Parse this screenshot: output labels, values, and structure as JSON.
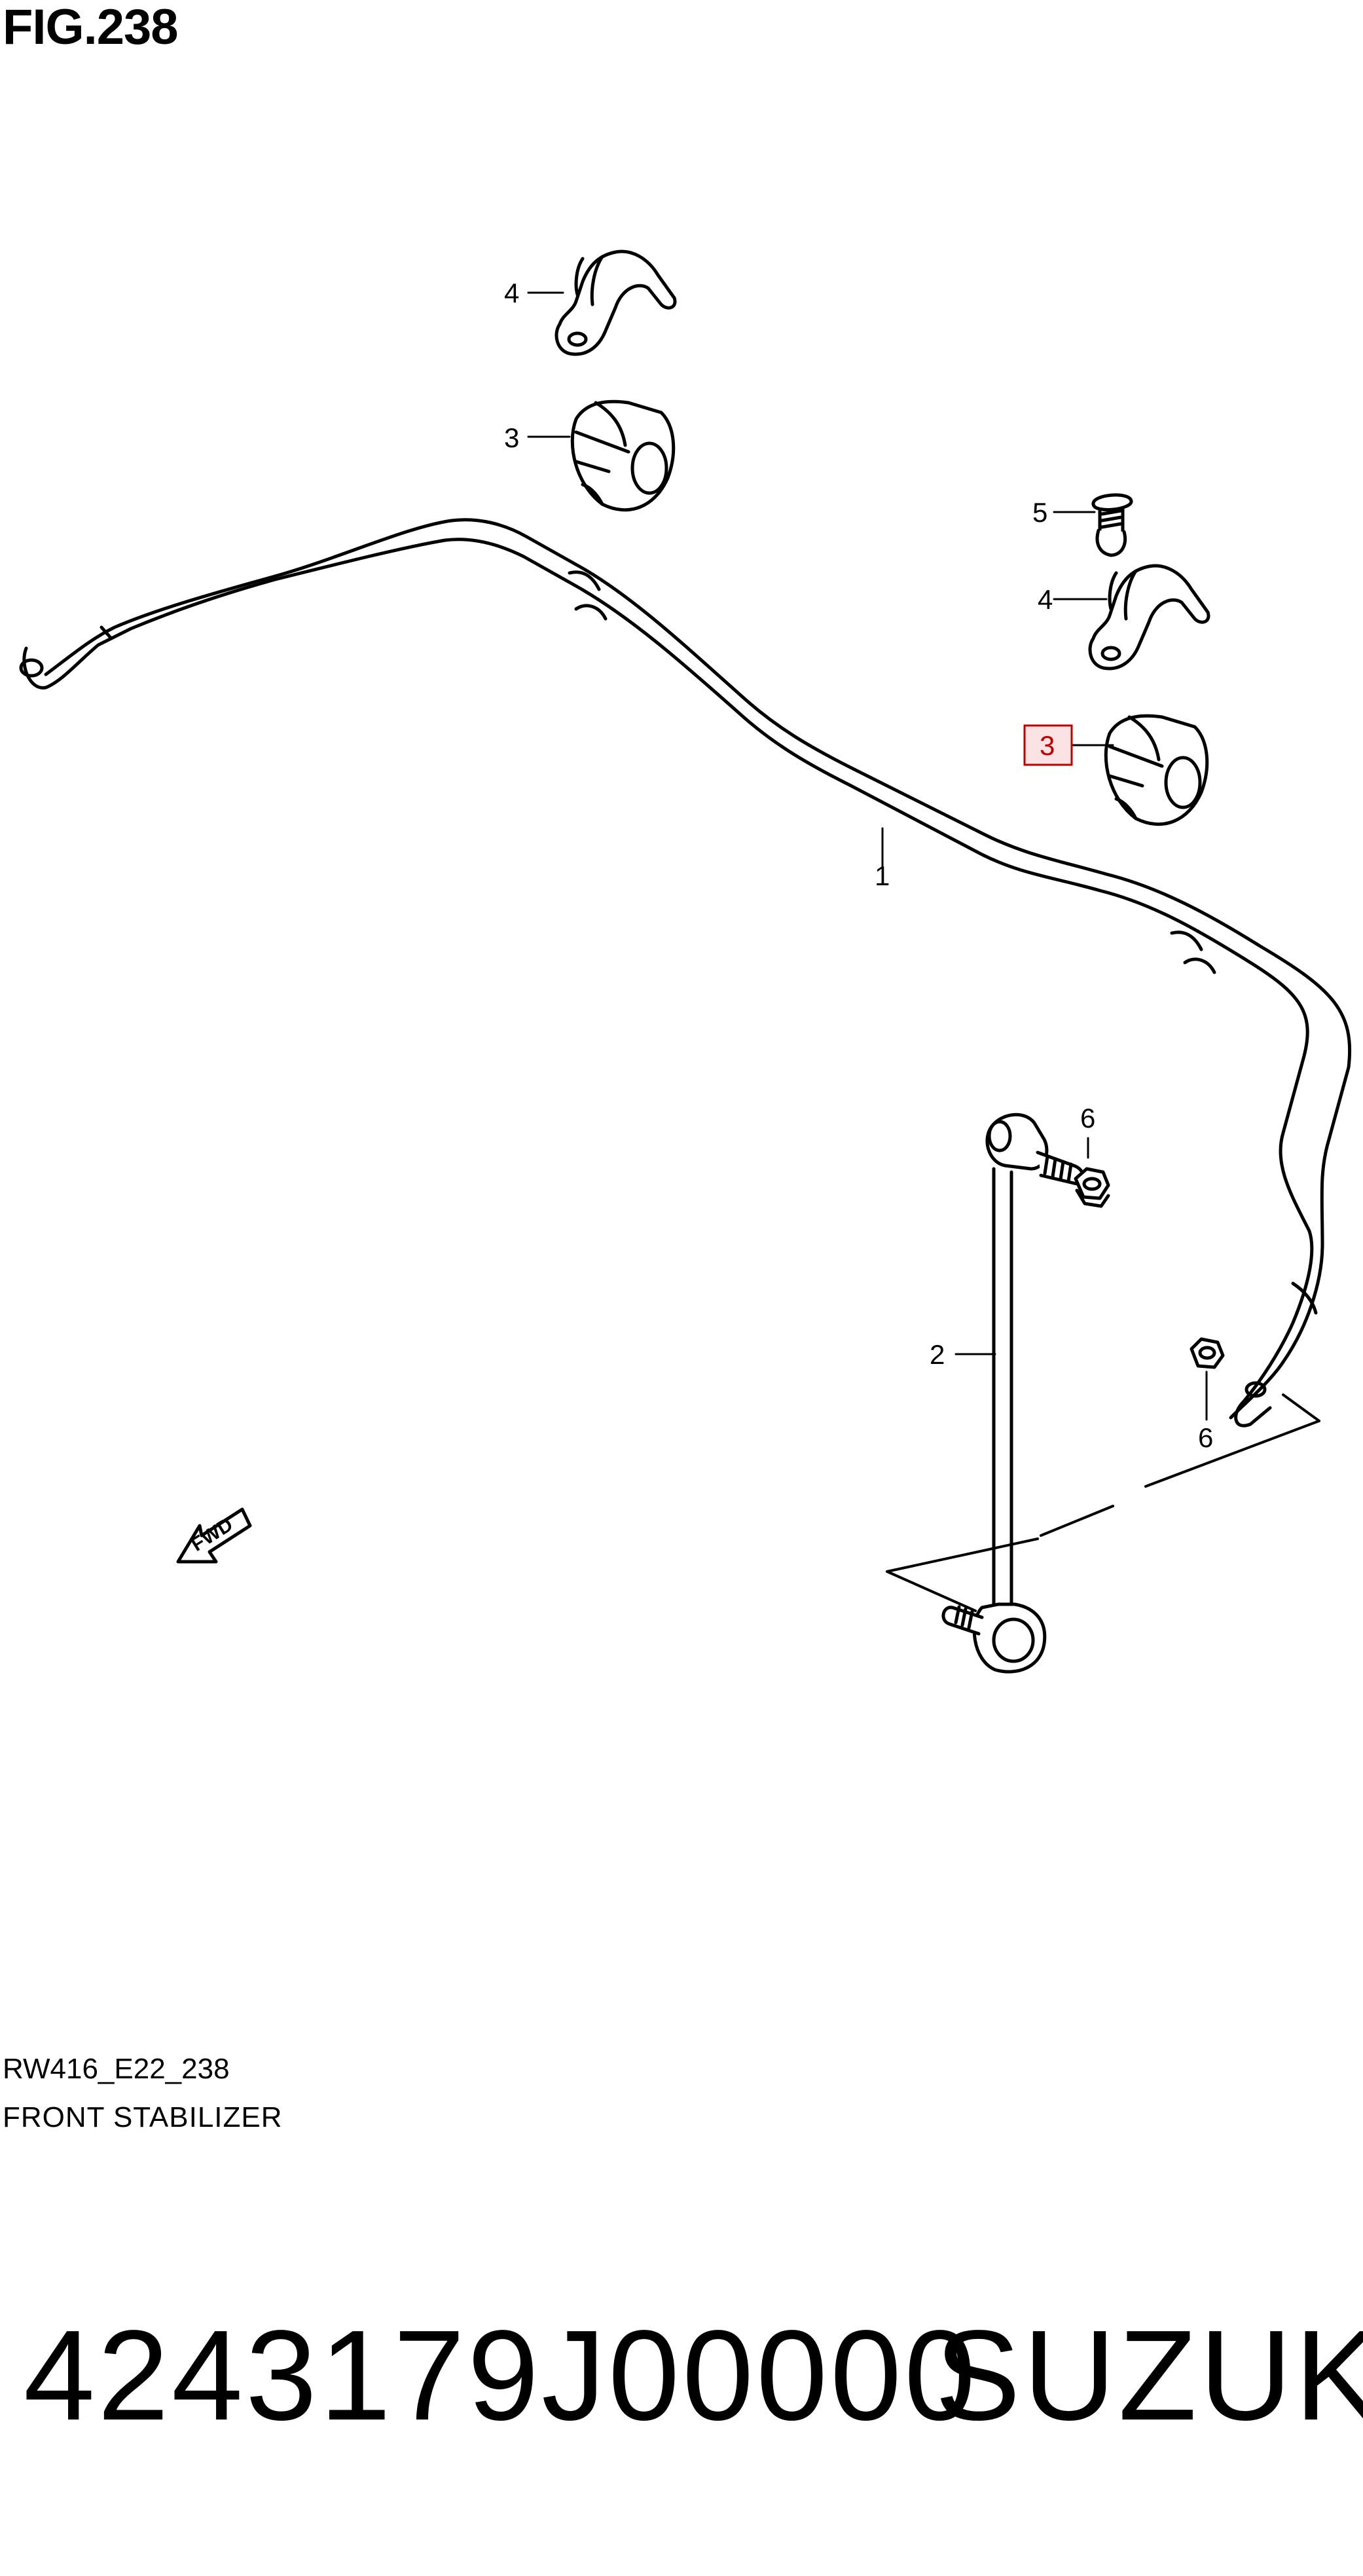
{
  "figure": {
    "title": "FIG.238"
  },
  "callouts": {
    "bracket_upper_left": "4",
    "bushing_upper_left": "3",
    "bolt": "5",
    "bracket_right": "4",
    "bushing_right": "3",
    "stabilizer_bar": "1",
    "link_nut_top": "6",
    "link": "2",
    "nut_bottom": "6"
  },
  "fwd_label": "FWD",
  "footer": {
    "code": "RW416_E22_238",
    "caption": "FRONT STABILIZER"
  },
  "part": {
    "number": "4243179J00000",
    "brand": "SUZUKI"
  },
  "colors": {
    "highlight_border": "#c00000",
    "highlight_fill": "#fbe3e3",
    "line": "#000000"
  }
}
